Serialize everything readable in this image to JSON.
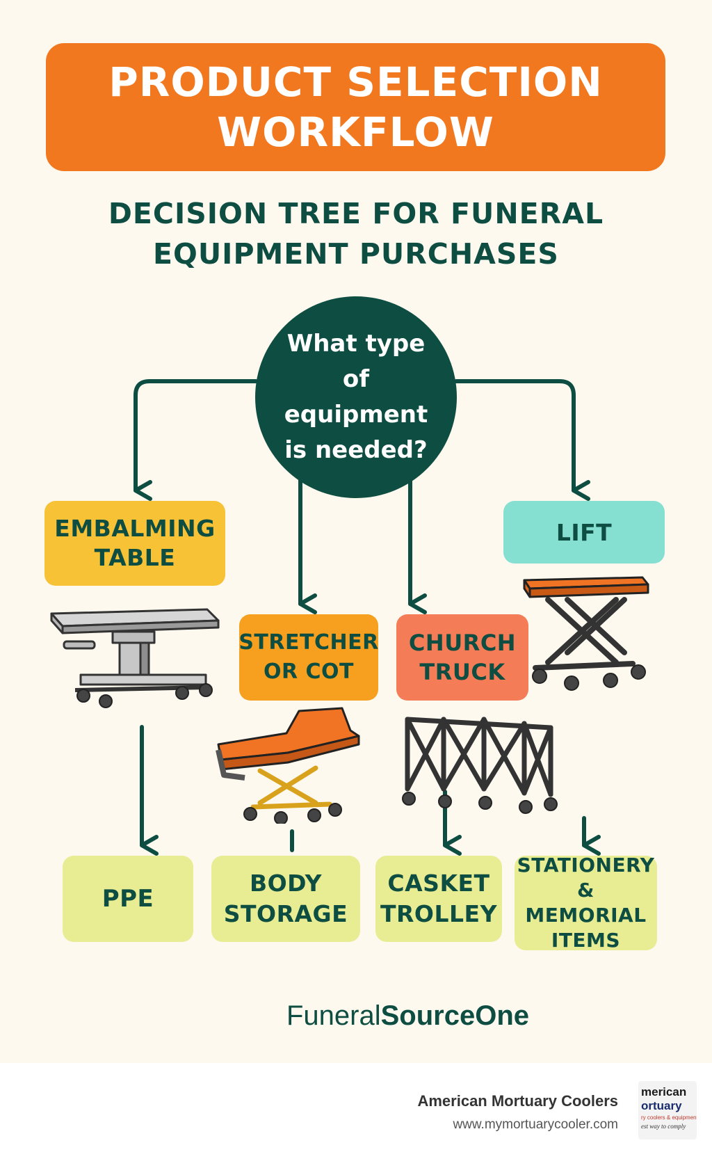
{
  "header": {
    "title": "PRODUCT SELECTION WORKFLOW"
  },
  "subtitle": "DECISION TREE FOR FUNERAL EQUIPMENT PURCHASES",
  "question": "What type of equipment is needed?",
  "nodes": {
    "embalming_table": "EMBALMING TABLE",
    "lift": "LIFT",
    "stretcher": "STRETCHER OR COT",
    "church_truck": "CHURCH TRUCK",
    "ppe": "PPE",
    "body_storage": "BODY STORAGE",
    "casket_trolley": "CASKET TROLLEY",
    "stationery": "STATIONERY & MEMORIAL ITEMS"
  },
  "brand": {
    "part1": "Funeral",
    "part2": "SourceOne"
  },
  "footer": {
    "company": "American Mortuary Coolers",
    "url": "www.mymortuarycooler.com",
    "logo_line1": "merican",
    "logo_line2": "ortuary",
    "logo_line3": "ry coolers & equipment",
    "logo_line4": "est way to comply"
  },
  "colors": {
    "background": "#fdf9ef",
    "header": "#f2781f",
    "dark_green": "#0e4d42",
    "embalming": "#f7c236",
    "lift": "#86e0d2",
    "stretcher": "#f7a01f",
    "church_truck": "#f47c56",
    "leaf": "#e8ed94"
  }
}
